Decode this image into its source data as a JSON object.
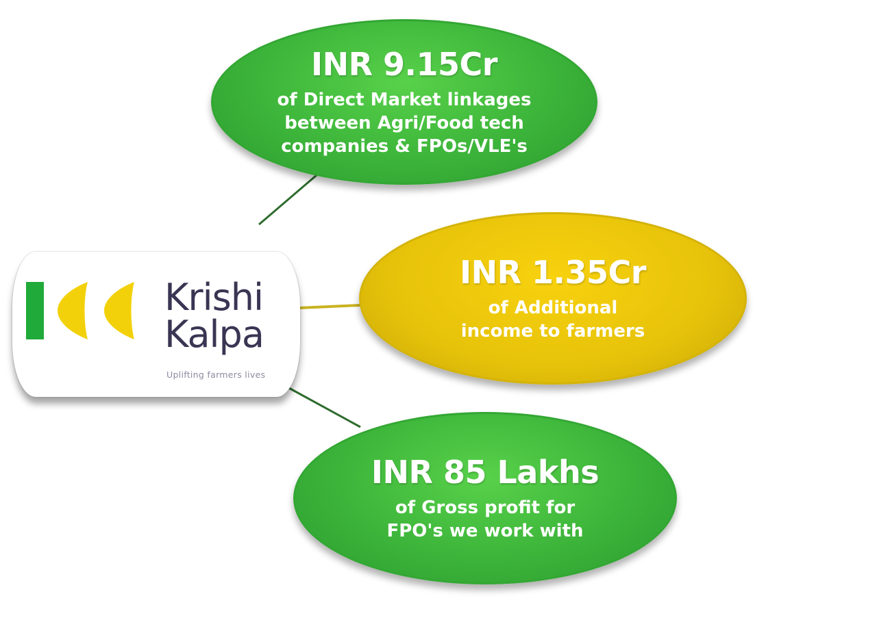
{
  "colors": {
    "green": "#3cb43a",
    "yellow": "#e6c20a",
    "logo_text": "#3a3553",
    "connector_green": "#2e6b2e",
    "connector_yellow": "#c9b321"
  },
  "logo": {
    "name": "Krishi\nKalpa",
    "tagline": "Uplifting farmers lives",
    "mark_colors": [
      "#1faa3a",
      "#f2d10a"
    ]
  },
  "metrics": [
    {
      "value": "INR 9.15Cr",
      "description": "of Direct Market linkages\nbetween Agri/Food tech\ncompanies & FPOs/VLE's",
      "color": "green"
    },
    {
      "value": "INR 1.35Cr",
      "description": "of Additional\nincome to farmers",
      "color": "yellow"
    },
    {
      "value": "INR 85 Lakhs",
      "description": "of Gross profit for\nFPO's we work with",
      "color": "green"
    }
  ]
}
